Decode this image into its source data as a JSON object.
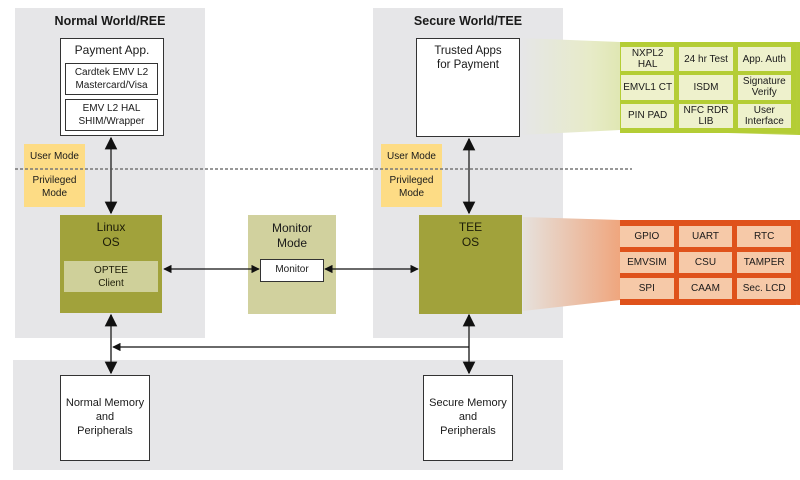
{
  "normal_world": {
    "title": "Normal World/REE",
    "payment_app": {
      "title": "Payment App.",
      "components": [
        {
          "line1": "Cardtek EMV L2",
          "line2": "Mastercard/Visa"
        },
        {
          "line1": "EMV L2 HAL",
          "line2": "SHIM/Wrapper"
        }
      ]
    },
    "user_mode": "User Mode",
    "privileged_mode": {
      "line1": "Privileged",
      "line2": "Mode"
    },
    "os": {
      "line1": "Linux",
      "line2": "OS"
    },
    "client": {
      "line1": "OPTEE",
      "line2": "Client"
    }
  },
  "monitor": {
    "title": {
      "line1": "Monitor",
      "line2": "Mode"
    },
    "label": "Monitor"
  },
  "secure_world": {
    "title": "Secure World/TEE",
    "trusted_apps": {
      "line1": "Trusted Apps",
      "line2": "for Payment"
    },
    "user_mode": "User Mode",
    "privileged_mode": {
      "line1": "Privileged",
      "line2": "Mode"
    },
    "os": {
      "line1": "TEE",
      "line2": "OS"
    }
  },
  "trusted_app_modules": [
    {
      "line1": "NXPL2",
      "line2": "HAL"
    },
    {
      "line1": "24 hr Test",
      "line2": ""
    },
    {
      "line1": "App. Auth",
      "line2": ""
    },
    {
      "line1": "EMVL1 CT",
      "line2": ""
    },
    {
      "line1": "ISDM",
      "line2": ""
    },
    {
      "line1": "Signature",
      "line2": "Verify"
    },
    {
      "line1": "PIN PAD",
      "line2": ""
    },
    {
      "line1": "NFC RDR",
      "line2": "LIB"
    },
    {
      "line1": "User",
      "line2": "Interface"
    }
  ],
  "tee_os_drivers": [
    "GPIO",
    "UART",
    "RTC",
    "EMVSIM",
    "CSU",
    "TAMPER",
    "SPI",
    "CAAM",
    "Sec. LCD"
  ],
  "memory": {
    "normal": {
      "line1": "Normal Memory",
      "line2": "and",
      "line3": "Peripherals"
    },
    "secure": {
      "line1": "Secure Memory",
      "line2": "and",
      "line3": "Peripherals"
    }
  },
  "colors": {
    "panel": "#e6e6e8",
    "mode_label": "#fddc85",
    "os_block": "#a1a23b",
    "monitor_block": "#d1d19e",
    "trusted_callout": "#b7d03a",
    "driver_callout": "#e0541c"
  }
}
